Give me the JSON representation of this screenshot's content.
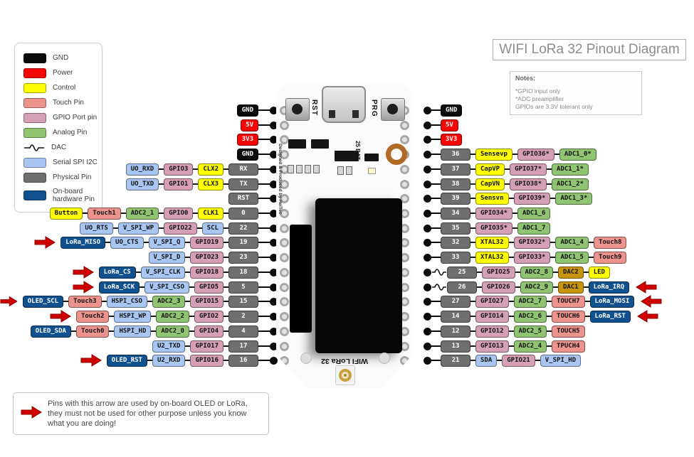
{
  "title": "WIFI LoRa 32 Pinout Diagram",
  "notes": {
    "heading": "Notes:",
    "lines": [
      "*GPIO input only",
      "*ADC preamplifier",
      "GPIOs are  3.3V tolerant only"
    ]
  },
  "colors": {
    "gnd": "#0b0b0b",
    "power": "#f50505",
    "control": "#ffff00",
    "touch": "#ec938e",
    "gpio": "#d5a0b5",
    "analog": "#90c472",
    "serial": "#a9c6f3",
    "phys": "#6f6f6f",
    "hw": "#11518f",
    "dacbox": "#c8960c",
    "arrow_red": "#cf0000",
    "arrow_dark": "#8b0000"
  },
  "legend": {
    "items": [
      {
        "label": "GND",
        "type": "gnd"
      },
      {
        "label": "Power",
        "type": "power"
      },
      {
        "label": "Control",
        "type": "control"
      },
      {
        "label": "Touch Pin",
        "type": "touch"
      },
      {
        "label": "GPIO Port pin",
        "type": "gpio"
      },
      {
        "label": "Analog Pin",
        "type": "analog"
      },
      {
        "label": "DAC",
        "type": "dac-wave-icon"
      },
      {
        "label": "Serial SPI I2C",
        "type": "serial"
      },
      {
        "label": "Physical Pin",
        "type": "phys"
      },
      {
        "label": "On-board hardware Pin",
        "type": "hw"
      }
    ]
  },
  "board": {
    "rst": "RST",
    "prg": "PRG",
    "pin25": "25",
    "bat": "BAT",
    "silk": "Designed & Produced by HelTec",
    "name": "WIFI LoRa 32"
  },
  "bottom_note": {
    "text": "Pins with this arrow are used by on-board OLED or LoRa, they must not be used for other purpose unless you know what you are doing!"
  },
  "pins": {
    "left_rows": [
      {
        "arrow": false,
        "boxes": [
          {
            "label": "GND",
            "type": "gnd"
          }
        ]
      },
      {
        "arrow": false,
        "boxes": [
          {
            "label": "5V",
            "type": "power"
          }
        ]
      },
      {
        "arrow": false,
        "boxes": [
          {
            "label": "3V3",
            "type": "power"
          }
        ]
      },
      {
        "arrow": false,
        "boxes": [
          {
            "label": "GND",
            "type": "gnd"
          }
        ]
      },
      {
        "arrow": false,
        "boxes": [
          {
            "label": "UO_RXD",
            "type": "serial"
          },
          {
            "label": "GPIO3",
            "type": "gpio"
          },
          {
            "label": "CLX2",
            "type": "control"
          },
          {
            "label": "RX",
            "type": "phys"
          }
        ]
      },
      {
        "arrow": false,
        "boxes": [
          {
            "label": "UO_TXD",
            "type": "serial"
          },
          {
            "label": "GPIO1",
            "type": "gpio"
          },
          {
            "label": "CLX3",
            "type": "control"
          },
          {
            "label": "TX",
            "type": "phys"
          }
        ]
      },
      {
        "arrow": false,
        "boxes": [
          {
            "label": "RST",
            "type": "phys"
          }
        ]
      },
      {
        "arrow": false,
        "boxes": [
          {
            "label": "Button",
            "type": "control"
          },
          {
            "label": "Touch1",
            "type": "touch"
          },
          {
            "label": "ADC2_1",
            "type": "analog"
          },
          {
            "label": "GPIO0",
            "type": "gpio"
          },
          {
            "label": "CLK1",
            "type": "control"
          },
          {
            "label": "0",
            "type": "phys"
          }
        ]
      },
      {
        "arrow": false,
        "boxes": [
          {
            "label": "UO_RTS",
            "type": "serial"
          },
          {
            "label": "V_SPI_WP",
            "type": "serial"
          },
          {
            "label": "GPIO22",
            "type": "gpio"
          },
          {
            "label": "SCL",
            "type": "serial"
          },
          {
            "label": "22",
            "type": "phys"
          }
        ]
      },
      {
        "arrow": true,
        "boxes": [
          {
            "label": "LoRa_MISO",
            "type": "hw"
          },
          {
            "label": "UO_CTS",
            "type": "serial"
          },
          {
            "label": "V_SPI_Q",
            "type": "serial"
          },
          {
            "label": "GPIO19",
            "type": "gpio"
          },
          {
            "label": "19",
            "type": "phys"
          }
        ]
      },
      {
        "arrow": false,
        "boxes": [
          {
            "label": "V_SPI_D",
            "type": "serial"
          },
          {
            "label": "GPIO23",
            "type": "gpio"
          },
          {
            "label": "23",
            "type": "phys"
          }
        ]
      },
      {
        "arrow": true,
        "boxes": [
          {
            "label": "LoRa_CS",
            "type": "hw"
          },
          {
            "label": "V_SPI_CLK",
            "type": "serial"
          },
          {
            "label": "GPIO18",
            "type": "gpio"
          },
          {
            "label": "18",
            "type": "phys"
          }
        ]
      },
      {
        "arrow": true,
        "boxes": [
          {
            "label": "LoRa_SCK",
            "type": "hw"
          },
          {
            "label": "V_SPI_CSO",
            "type": "serial"
          },
          {
            "label": "GPIO5",
            "type": "gpio"
          },
          {
            "label": "5",
            "type": "phys"
          }
        ]
      },
      {
        "arrow": true,
        "boxes": [
          {
            "label": "OLED_SCL",
            "type": "hw"
          },
          {
            "label": "Touch3",
            "type": "touch"
          },
          {
            "label": "HSPI_CSO",
            "type": "serial"
          },
          {
            "label": "ADC2_3",
            "type": "analog"
          },
          {
            "label": "GPIO15",
            "type": "gpio"
          },
          {
            "label": "15",
            "type": "phys"
          }
        ]
      },
      {
        "arrow": true,
        "boxes": [
          {
            "label": "Touch2",
            "type": "touch"
          },
          {
            "label": "HSPI_WP",
            "type": "serial"
          },
          {
            "label": "ADC2_2",
            "type": "analog"
          },
          {
            "label": "GPIO2",
            "type": "gpio"
          },
          {
            "label": "2",
            "type": "phys"
          }
        ]
      },
      {
        "arrow": false,
        "boxes": [
          {
            "label": "OLED_SDA",
            "type": "hw"
          },
          {
            "label": "Touch0",
            "type": "touch"
          },
          {
            "label": "HSPI_HD",
            "type": "serial"
          },
          {
            "label": "ADC2_0",
            "type": "analog"
          },
          {
            "label": "GPIO4",
            "type": "gpio"
          },
          {
            "label": "4",
            "type": "phys"
          }
        ]
      },
      {
        "arrow": false,
        "boxes": [
          {
            "label": "U2_TXD",
            "type": "serial"
          },
          {
            "label": "GPIO17",
            "type": "gpio"
          },
          {
            "label": "17",
            "type": "phys"
          }
        ]
      },
      {
        "arrow": true,
        "boxes": [
          {
            "label": "OLED_RST",
            "type": "hw"
          },
          {
            "label": "U2_RXD",
            "type": "serial"
          },
          {
            "label": "GPIO16",
            "type": "gpio"
          },
          {
            "label": "16",
            "type": "phys"
          }
        ]
      }
    ],
    "right_rows": [
      {
        "arrow": false,
        "wave": false,
        "boxes": [
          {
            "label": "GND",
            "type": "gnd"
          }
        ]
      },
      {
        "arrow": false,
        "wave": false,
        "boxes": [
          {
            "label": "5V",
            "type": "power"
          }
        ]
      },
      {
        "arrow": false,
        "wave": false,
        "boxes": [
          {
            "label": "3V3",
            "type": "power"
          }
        ]
      },
      {
        "arrow": false,
        "wave": false,
        "boxes": [
          {
            "label": "36",
            "type": "phys"
          },
          {
            "label": "Sensevp",
            "type": "control"
          },
          {
            "label": "GPIO36*",
            "type": "gpio"
          },
          {
            "label": "ADC1_0*",
            "type": "analog"
          }
        ]
      },
      {
        "arrow": false,
        "wave": false,
        "boxes": [
          {
            "label": "37",
            "type": "phys"
          },
          {
            "label": "CapVP",
            "type": "control"
          },
          {
            "label": "GPIO37*",
            "type": "gpio"
          },
          {
            "label": "ADC1_1*",
            "type": "analog"
          }
        ]
      },
      {
        "arrow": false,
        "wave": false,
        "boxes": [
          {
            "label": "38",
            "type": "phys"
          },
          {
            "label": "CapVN",
            "type": "control"
          },
          {
            "label": "GPIO38*",
            "type": "gpio"
          },
          {
            "label": "ADC1_2*",
            "type": "analog"
          }
        ]
      },
      {
        "arrow": false,
        "wave": false,
        "boxes": [
          {
            "label": "39",
            "type": "phys"
          },
          {
            "label": "Sensvn",
            "type": "control"
          },
          {
            "label": "GPIO39*",
            "type": "gpio"
          },
          {
            "label": "ADC1_3*",
            "type": "analog"
          }
        ]
      },
      {
        "arrow": false,
        "wave": false,
        "boxes": [
          {
            "label": "34",
            "type": "phys"
          },
          {
            "label": "GPIO34*",
            "type": "gpio"
          },
          {
            "label": "ADC1_6",
            "type": "analog"
          }
        ]
      },
      {
        "arrow": false,
        "wave": false,
        "boxes": [
          {
            "label": "35",
            "type": "phys"
          },
          {
            "label": "GPIO35*",
            "type": "gpio"
          },
          {
            "label": "ADC1_7",
            "type": "analog"
          }
        ]
      },
      {
        "arrow": false,
        "wave": false,
        "boxes": [
          {
            "label": "32",
            "type": "phys"
          },
          {
            "label": "XTAL32",
            "type": "control"
          },
          {
            "label": "GPIO32*",
            "type": "gpio"
          },
          {
            "label": "ADC1_4",
            "type": "analog"
          },
          {
            "label": "Touch8",
            "type": "touch"
          }
        ]
      },
      {
        "arrow": false,
        "wave": false,
        "boxes": [
          {
            "label": "33",
            "type": "phys"
          },
          {
            "label": "XTAL32",
            "type": "control"
          },
          {
            "label": "GPIO33*",
            "type": "gpio"
          },
          {
            "label": "ADC1_5",
            "type": "analog"
          },
          {
            "label": "Touch9",
            "type": "touch"
          }
        ]
      },
      {
        "arrow": false,
        "wave": true,
        "boxes": [
          {
            "label": "25",
            "type": "phys"
          },
          {
            "label": "GPIO25",
            "type": "gpio"
          },
          {
            "label": "ADC2_8",
            "type": "analog"
          },
          {
            "label": "DAC2",
            "type": "dacbox"
          },
          {
            "label": "LED",
            "type": "control"
          }
        ]
      },
      {
        "arrow": true,
        "wave": true,
        "boxes": [
          {
            "label": "26",
            "type": "phys"
          },
          {
            "label": "GPIO26",
            "type": "gpio"
          },
          {
            "label": "ADC2_9",
            "type": "analog"
          },
          {
            "label": "DAC1",
            "type": "dacbox"
          },
          {
            "label": "LoRa_IRQ",
            "type": "hw"
          }
        ]
      },
      {
        "arrow": true,
        "wave": false,
        "boxes": [
          {
            "label": "27",
            "type": "phys"
          },
          {
            "label": "GPIO27",
            "type": "gpio"
          },
          {
            "label": "ADC2_7",
            "type": "analog"
          },
          {
            "label": "TOUCH7",
            "type": "touch"
          },
          {
            "label": "LoRa_MOSI",
            "type": "hw"
          }
        ]
      },
      {
        "arrow": true,
        "wave": false,
        "boxes": [
          {
            "label": "14",
            "type": "phys"
          },
          {
            "label": "GPIO14",
            "type": "gpio"
          },
          {
            "label": "ADC2_6",
            "type": "analog"
          },
          {
            "label": "TOUCH6",
            "type": "touch"
          },
          {
            "label": "LoRa_RST",
            "type": "hw"
          }
        ]
      },
      {
        "arrow": false,
        "wave": false,
        "boxes": [
          {
            "label": "12",
            "type": "phys"
          },
          {
            "label": "GPIO12",
            "type": "gpio"
          },
          {
            "label": "ADC2_5",
            "type": "analog"
          },
          {
            "label": "TOUCH5",
            "type": "touch"
          }
        ]
      },
      {
        "arrow": false,
        "wave": false,
        "boxes": [
          {
            "label": "13",
            "type": "phys"
          },
          {
            "label": "GPIO13",
            "type": "gpio"
          },
          {
            "label": "ADC2_4",
            "type": "analog"
          },
          {
            "label": "TPUCH4",
            "type": "touch"
          }
        ]
      },
      {
        "arrow": false,
        "wave": false,
        "boxes": [
          {
            "label": "21",
            "type": "phys"
          },
          {
            "label": "SDA",
            "type": "serial"
          },
          {
            "label": "GPIO21",
            "type": "gpio"
          },
          {
            "label": "V_SPI_HD",
            "type": "serial"
          }
        ]
      }
    ]
  }
}
